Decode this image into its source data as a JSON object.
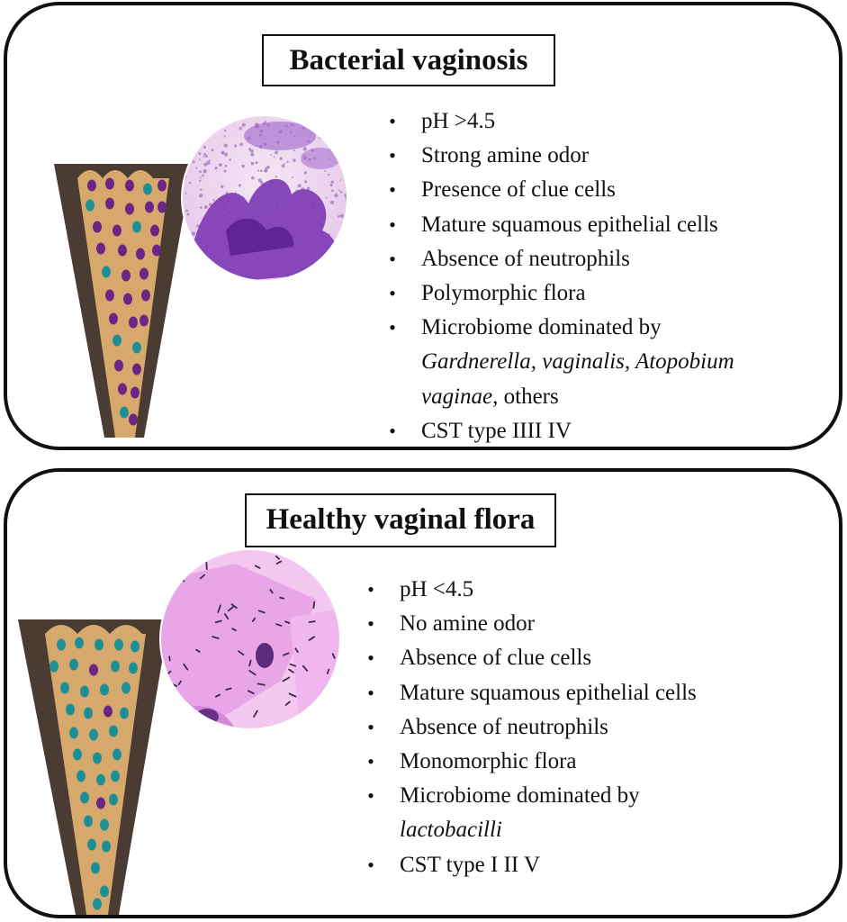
{
  "panels": {
    "bv": {
      "title": "Bacterial vaginosis",
      "bullets": [
        {
          "text": "pH >4.5"
        },
        {
          "text": "Strong amine odor"
        },
        {
          "text": "Presence of  clue cells"
        },
        {
          "text": "Mature squamous epithelial cells"
        },
        {
          "text": "Absence  of neutrophils"
        },
        {
          "text": "Polymorphic  flora"
        },
        {
          "text": "Microbiome dominated by",
          "cont": [
            {
              "italic": "Gardnerella, vaginalis, Atopobium"
            },
            {
              "italic": "vaginae,",
              "normal": " others"
            }
          ]
        },
        {
          "text": "CST type IIII  IV"
        }
      ]
    },
    "healthy": {
      "title": "Healthy vaginal flora",
      "bullets": [
        {
          "text": "pH <4.5"
        },
        {
          "text": "No amine odor"
        },
        {
          "text": "Absence of clue cells"
        },
        {
          "text": "Mature squamous epithelial cells"
        },
        {
          "text": "Absence  of neutrophils"
        },
        {
          "text": "Monomorphic  flora"
        },
        {
          "text": "Microbiome dominated  by",
          "cont": [
            {
              "italic": "lactobacilli",
              "normal": ""
            }
          ]
        },
        {
          "text": "CST type I II V"
        }
      ]
    }
  },
  "colors": {
    "tube_wall": "#4a3b33",
    "tube_lumen": "#d6a86b",
    "bacteria_purple": "#6a2585",
    "bacteria_teal": "#1f8f96",
    "bv_micrograph": "#8a3fbf",
    "healthy_micrograph": "#e9a3e6"
  },
  "bullet_glyph": "•"
}
